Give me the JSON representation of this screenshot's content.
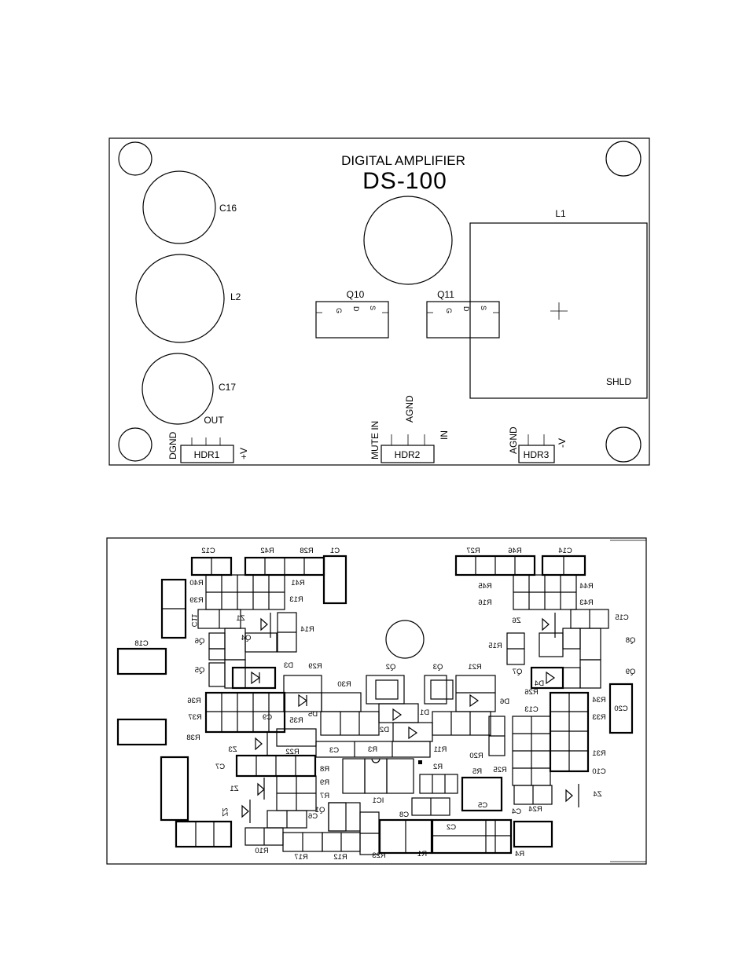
{
  "top_board": {
    "title": "DIGITAL AMPLIFIER",
    "model": "DS-100",
    "parts": {
      "c16": "C16",
      "l2": "L2",
      "c17": "C17",
      "l1": "L1",
      "shld": "SHLD",
      "q10": "Q10",
      "q11": "Q11",
      "hdr1": "HDR1",
      "hdr2": "HDR2",
      "hdr3": "HDR3"
    },
    "pins": {
      "g": "G",
      "d": "D",
      "s": "S"
    },
    "header_labels": {
      "out": "OUT",
      "dgnd": "DGND",
      "plus_v": "+V",
      "mute_in": "MUTE IN",
      "agnd": "AGND",
      "in": "IN",
      "agnd2": "AGND",
      "minus_v": "-V"
    }
  },
  "bottom_board": {
    "labels": [
      "C12",
      "R42",
      "R28",
      "C1",
      "R27",
      "R46",
      "C14",
      "R40",
      "R41",
      "R45",
      "R44",
      "R39",
      "R13",
      "R16",
      "R43",
      "C11",
      "Z1",
      "R14",
      "Z6",
      "C15",
      "Q6",
      "Q4",
      "R15",
      "Q8",
      "C18",
      "Q5",
      "D3",
      "R29",
      "Q2",
      "Q3",
      "R21",
      "Q7",
      "D4",
      "Q9",
      "R30",
      "R26",
      "R36",
      "D5",
      "D1",
      "D6",
      "R34",
      "C13",
      "C20",
      "R35",
      "R37",
      "C9",
      "R33",
      "R38",
      "D2",
      "Z3",
      "R22",
      "C3",
      "R3",
      "R11",
      "R20",
      "R31",
      "R8",
      "R2",
      "R25",
      "R5",
      "C10",
      "C7",
      "R9",
      "Z1",
      "Z4",
      "IC1",
      "C5",
      "R7",
      "Z2",
      "C6",
      "Q1",
      "C8",
      "R24",
      "C4",
      "C2",
      "R10",
      "R17",
      "R12",
      "R23",
      "R1",
      "R4"
    ]
  }
}
